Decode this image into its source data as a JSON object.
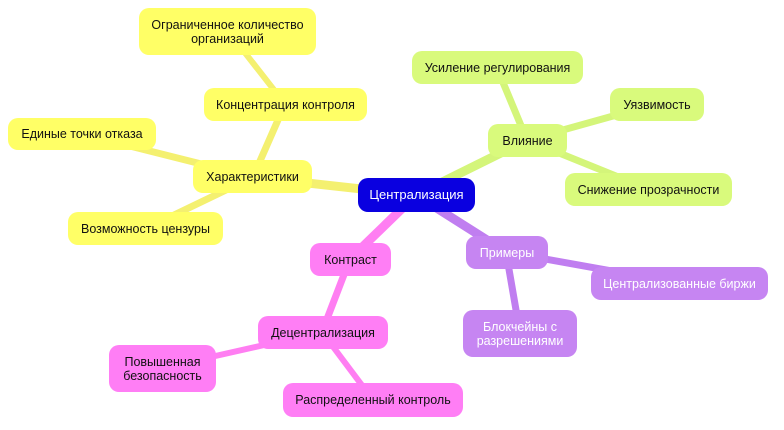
{
  "colors": {
    "root": "#0a00e0",
    "yellow": "#ffff66",
    "yellow_edge": "#f4f070",
    "green": "#d9fa7c",
    "green_edge": "#d4f57a",
    "purple": "#c685f2",
    "purple_edge": "#c07ef0",
    "pink": "#ff7ef5",
    "pink_edge": "#ff7ef2"
  },
  "mindmap": {
    "root": {
      "label": "Централизация"
    },
    "characteristics": {
      "label": "Характеристики",
      "concentration": {
        "label": "Концентрация контроля",
        "limited": {
          "label": "Ограниченное количество\nорганизаций"
        }
      },
      "single_points": {
        "label": "Единые точки отказа"
      },
      "censorship": {
        "label": "Возможность цензуры"
      }
    },
    "influence": {
      "label": "Влияние",
      "regulation": {
        "label": "Усиление регулирования"
      },
      "vulnerability": {
        "label": "Уязвимость"
      },
      "transparency": {
        "label": "Снижение прозрачности"
      }
    },
    "examples": {
      "label": "Примеры",
      "exchanges": {
        "label": "Централизованные биржи"
      },
      "permissioned": {
        "label": "Блокчейны с\nразрешениями"
      }
    },
    "contrast": {
      "label": "Контраст",
      "decentralization": {
        "label": "Децентрализация",
        "security": {
          "label": "Повышенная\nбезопасность"
        },
        "distributed": {
          "label": "Распределенный контроль"
        }
      }
    }
  }
}
